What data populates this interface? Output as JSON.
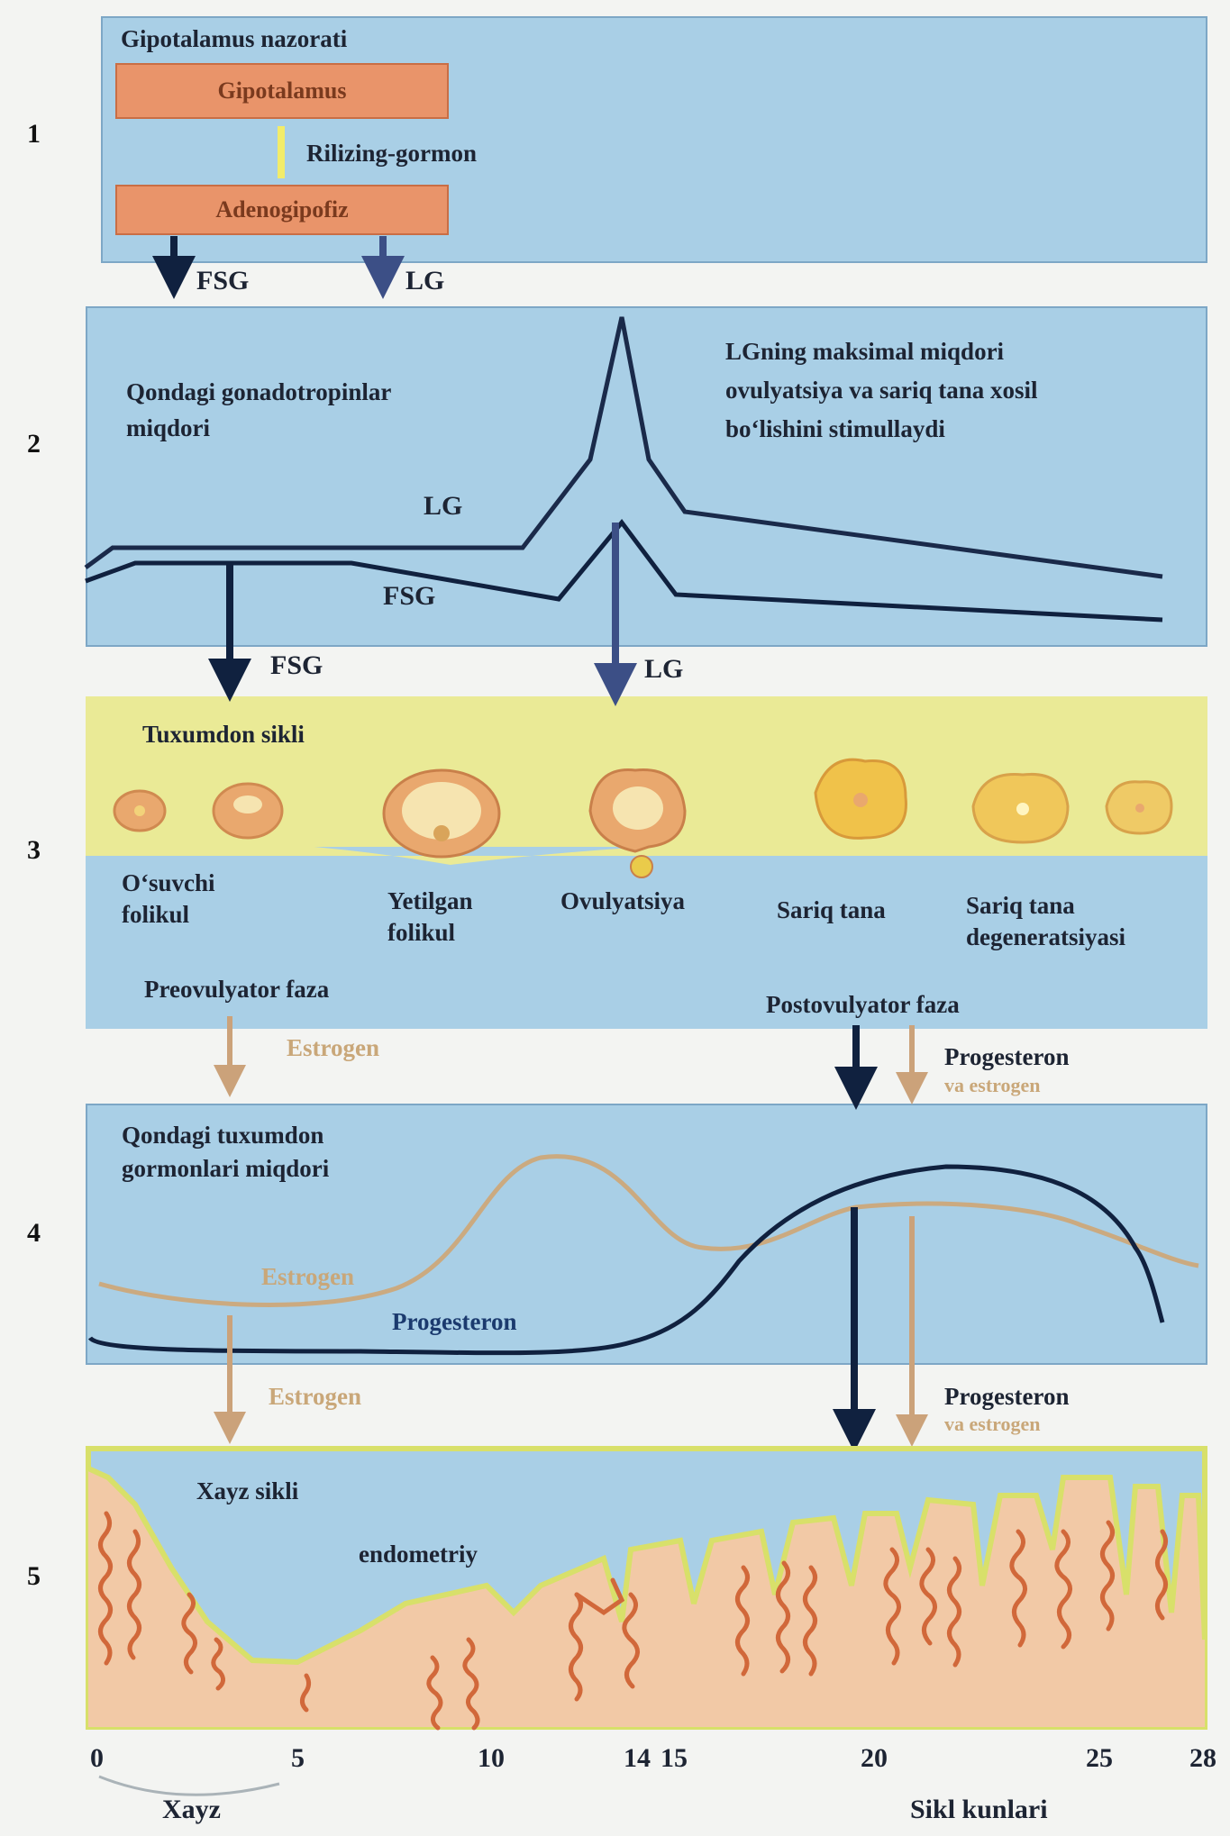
{
  "rows": [
    "1",
    "2",
    "3",
    "4",
    "5"
  ],
  "section1": {
    "title": "Gipotalamus nazorati",
    "box_top": "Gipotalamus",
    "box_bottom": "Adenogipofiz",
    "hormone_link": "Rilizing-gormon",
    "out_fsg": "FSG",
    "out_lg": "LG"
  },
  "section2": {
    "title_line1": "Qondagi gonadotropinlar",
    "title_line2": "miqdori",
    "note_line1": "LGning maksimal miqdori",
    "note_line2": "ovulyatsiya va sariq tana xosil",
    "note_line3": "bo‘lishini stimullaydi",
    "curve_lg": "LG",
    "curve_fsg": "FSG",
    "out_fsg": "FSG",
    "out_lg": "LG"
  },
  "section3": {
    "title": "Tuxumdon sikli",
    "stage1_l1": "O‘suvchi",
    "stage1_l2": "folikul",
    "stage2_l1": "Yetilgan",
    "stage2_l2": "folikul",
    "stage3": "Ovulyatsiya",
    "stage4": "Sariq tana",
    "stage5_l1": "Sariq tana",
    "stage5_l2": "degeneratsiyasi",
    "phase_pre": "Preovulyator faza",
    "phase_post": "Postovulyator faza",
    "out_estrogen": "Estrogen",
    "out_prog_l1": "Progesteron",
    "out_prog_l2": "va estrogen"
  },
  "section4": {
    "title_line1": "Qondagi tuxumdon",
    "title_line2": "gormonlari miqdori",
    "curve_estrogen": "Estrogen",
    "curve_prog": "Progesteron",
    "out_estrogen": "Estrogen",
    "out_prog_l1": "Progesteron",
    "out_prog_l2": "va estrogen"
  },
  "section5": {
    "title": "Xayz sikli",
    "tissue": "endometriy"
  },
  "axis": {
    "ticks": [
      "0",
      "5",
      "10",
      "14",
      "15",
      "20",
      "25",
      "28"
    ],
    "menses": "Xayz",
    "days": "Sikl kunlari"
  },
  "colors": {
    "panel_blue": "#a9cfe6",
    "hormone_box": "#e9946a",
    "ovary_band": "#eaea96",
    "endometrium": "#f2c9a6",
    "curve_dark": "#10213f",
    "estrogen": "#cbaa80",
    "vessel": "#d1683a"
  }
}
